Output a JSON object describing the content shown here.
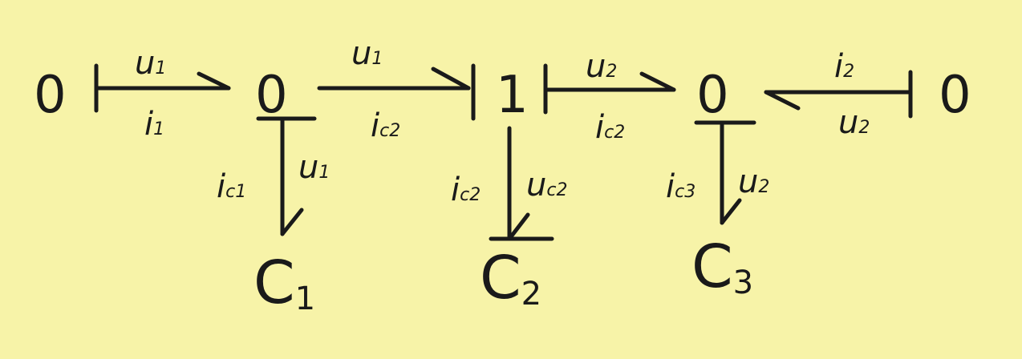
{
  "background_color": "#f7f3a8",
  "ink_color": "#1a1a1a",
  "junctions": {
    "source_left": "0",
    "j1": "0",
    "j2": "1",
    "j3": "0",
    "source_right": "0"
  },
  "bonds": {
    "b1": {
      "effort": "u",
      "effort_sub": "1",
      "flow": "i",
      "flow_sub": "1"
    },
    "b2": {
      "effort": "u",
      "effort_sub": "1",
      "flow": "i",
      "flow_sub": "c2"
    },
    "b3": {
      "effort": "u",
      "effort_sub": "2",
      "flow": "i",
      "flow_sub": "c2"
    },
    "b4": {
      "effort": "u",
      "effort_sub": "2",
      "flow": "i",
      "flow_sub": "2"
    },
    "v1": {
      "flow": "i",
      "flow_sub": "c1",
      "effort": "u",
      "effort_sub": "1"
    },
    "v2": {
      "flow": "i",
      "flow_sub": "c2",
      "effort": "u",
      "effort_sub": "c2"
    },
    "v3": {
      "flow": "i",
      "flow_sub": "c3",
      "effort": "u",
      "effort_sub": "2"
    }
  },
  "elements": {
    "c1": {
      "letter": "C",
      "sub": "1"
    },
    "c2": {
      "letter": "C",
      "sub": "2"
    },
    "c3": {
      "letter": "C",
      "sub": "3"
    }
  }
}
